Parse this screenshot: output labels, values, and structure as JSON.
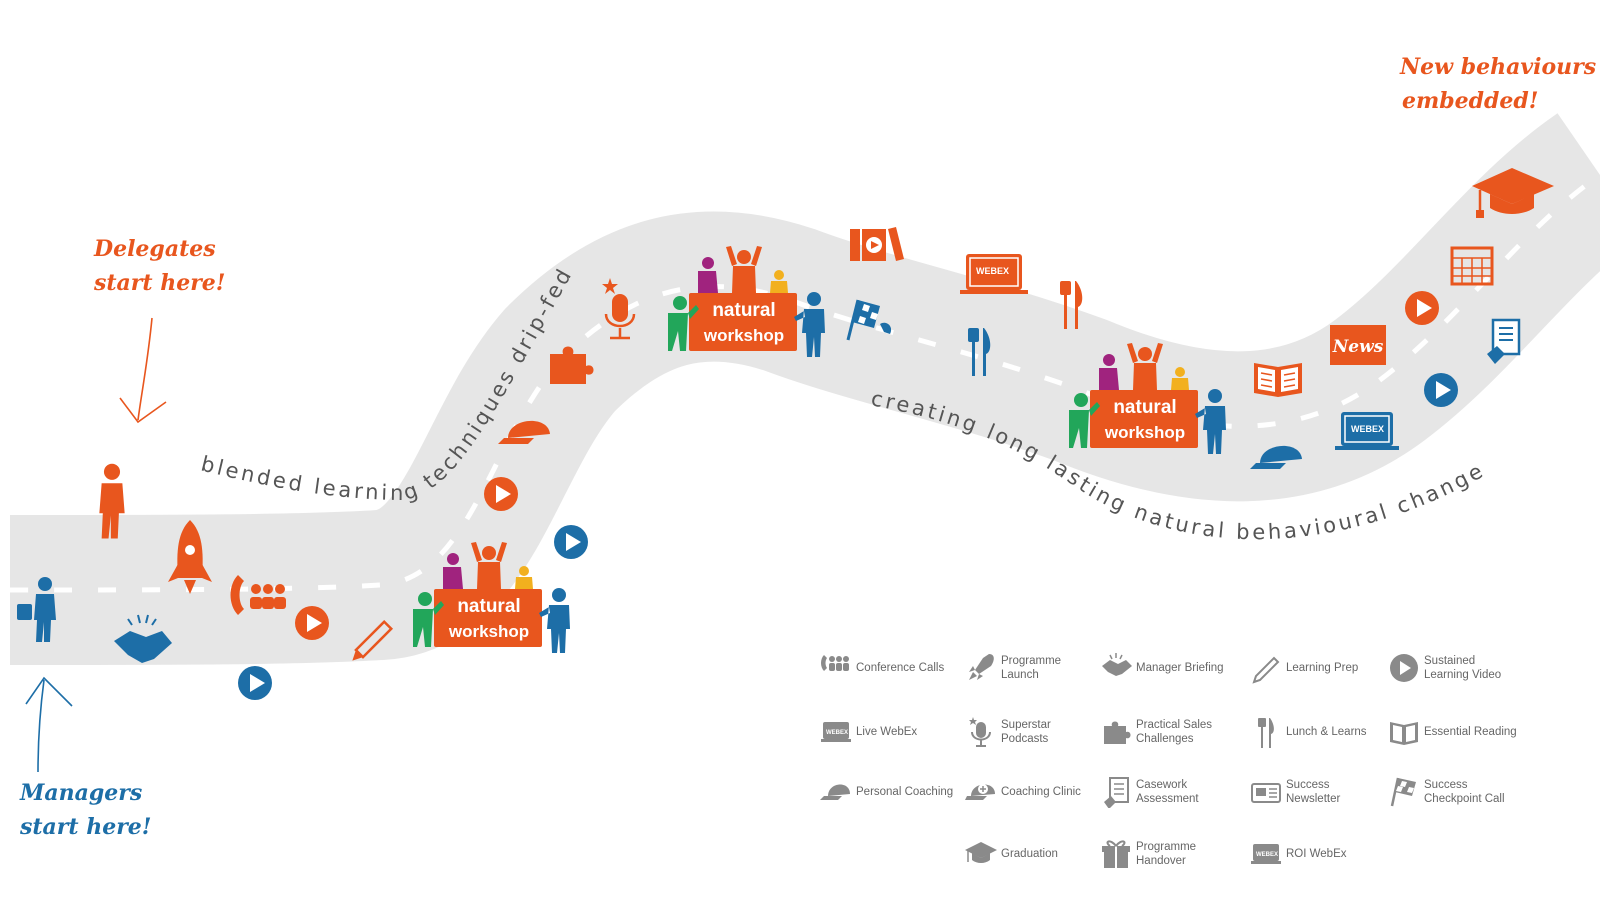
{
  "callouts": {
    "delegates": [
      "Delegates",
      "start here!"
    ],
    "managers": [
      "Managers",
      "start here!"
    ],
    "new_behaviours": [
      "New behaviours",
      "embedded!"
    ]
  },
  "road_text": {
    "blended": "blended learning techniques drip-fed",
    "creating": "creating long lasting natural behavioural change"
  },
  "workshop": {
    "line1": "natural",
    "line2": "workshop"
  },
  "news_label": "News",
  "webex_label": "WEBEX",
  "legend": [
    {
      "icon": "conference-calls-icon",
      "label": "Conference Calls"
    },
    {
      "icon": "rocket-icon",
      "label": "Programme\nLaunch"
    },
    {
      "icon": "handshake-icon",
      "label": "Manager Briefing"
    },
    {
      "icon": "pencil-icon",
      "label": "Learning Prep"
    },
    {
      "icon": "play-icon",
      "label": "Sustained\nLearning Video"
    },
    {
      "icon": "webex-icon",
      "label": "Live WebEx"
    },
    {
      "icon": "microphone-icon",
      "label": "Superstar\nPodcasts"
    },
    {
      "icon": "puzzle-icon",
      "label": "Practical Sales\nChallenges"
    },
    {
      "icon": "cutlery-icon",
      "label": "Lunch & Learns"
    },
    {
      "icon": "book-icon",
      "label": "Essential Reading"
    },
    {
      "icon": "cap-icon",
      "label": "Personal Coaching"
    },
    {
      "icon": "coaching-clinic-icon",
      "label": "Coaching Clinic"
    },
    {
      "icon": "casework-icon",
      "label": "Casework\nAssessment"
    },
    {
      "icon": "newsletter-icon",
      "label": "Success\nNewsletter"
    },
    {
      "icon": "checkered-flag-icon",
      "label": "Success\nCheckpoint Call"
    },
    {
      "icon": "graduation-cap-icon",
      "label": "Graduation"
    },
    {
      "icon": "gift-icon",
      "label": "Programme\nHandover"
    },
    {
      "icon": "roi-webex-icon",
      "label": "ROI WebEx"
    }
  ],
  "colors": {
    "orange": "#e8561e",
    "blue": "#1d6ea7",
    "road": "#e6e6e6",
    "green": "#22a65a",
    "purple": "#a0237e",
    "yellow": "#f2b01e"
  }
}
